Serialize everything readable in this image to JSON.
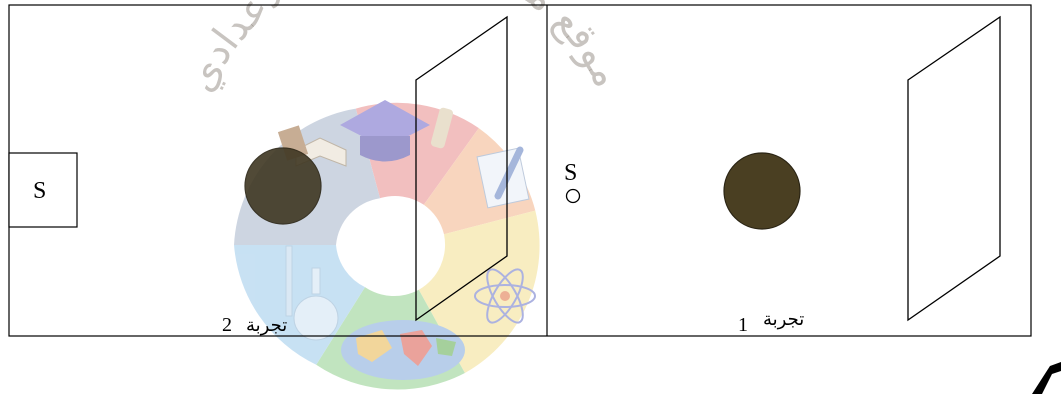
{
  "watermark": {
    "text": "موقع مراجعة سنوات الاعدادي"
  },
  "experiment_2": {
    "source_box_label": "S",
    "caption_word": "تجربة",
    "caption_number": "2"
  },
  "experiment_1": {
    "point_source_label": "S",
    "caption_word": "تجربة",
    "caption_number": "1"
  },
  "colors": {
    "line": "#000000",
    "disc_fill": "#4a3f22",
    "disc_stroke": "#2a2414",
    "wm_red": "#e98c8c",
    "wm_orange": "#f4b489",
    "wm_yellow": "#f3df8f",
    "wm_green": "#8fcf8c",
    "wm_blue": "#9bc9ea",
    "wm_slate": "#a5b4c9"
  }
}
